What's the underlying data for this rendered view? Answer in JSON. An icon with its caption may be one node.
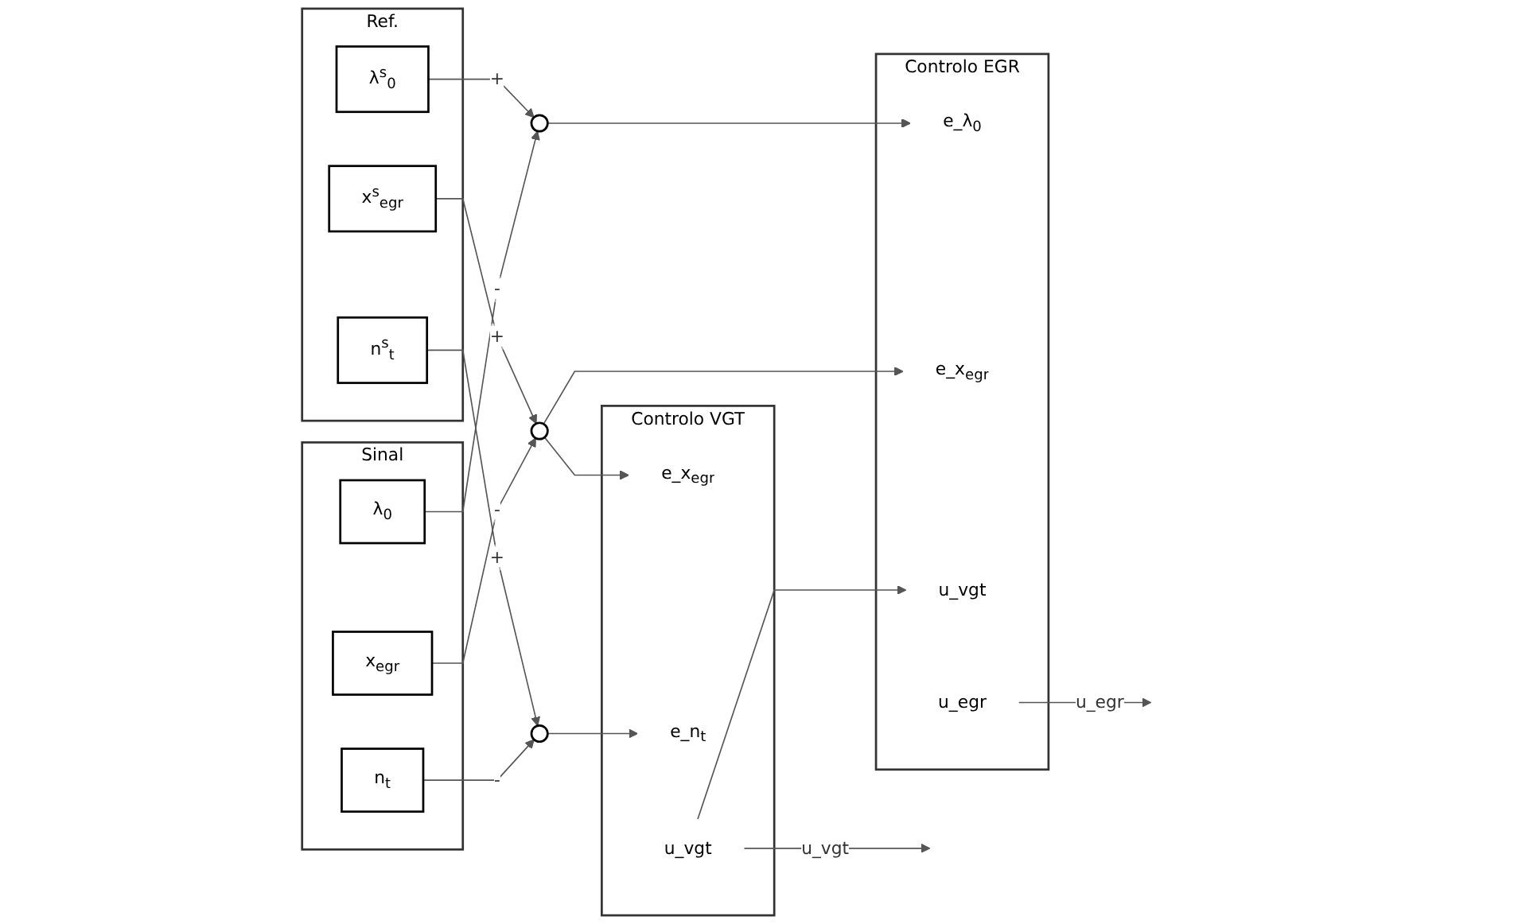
{
  "diagram": {
    "nodes": [
      {
        "text": [
          "Ref."
        ]
      },
      {
        "text": [
          "λ$^{s}$$_{0}$"
        ],
        "in": 0
      },
      {
        "text": [
          "x$^{s}$$_{egr}$"
        ],
        "in": 0
      },
      {
        "text": [
          "n$^{s}$$_{t}$"
        ],
        "in": 0
      },
      {
        "text": [
          "Sinal"
        ]
      },
      {
        "text": [
          "λ$_{0}$"
        ],
        "in": 4
      },
      {
        "text": [
          "x$_{egr}$"
        ],
        "in": 4
      },
      {
        "text": [
          "n$_{t}$"
        ],
        "in": 4
      },
      {
        "text": [],
        "shape": "circle"
      },
      {
        "text": [],
        "shape": "circle"
      },
      {
        "text": [],
        "shape": "circle"
      },
      {
        "text": [
          "Controlo EGR"
        ]
      },
      {
        "text": [
          "e_λ$_{0}$"
        ],
        "in": 11
      },
      {
        "text": [
          "e_x$_{egr}$"
        ],
        "in": 11
      },
      {
        "text": [
          "u_vgt"
        ],
        "in": 11
      },
      {
        "text": [
          "u_egr"
        ],
        "in": 11
      },
      {
        "text": [
          "Controlo VGT"
        ]
      },
      {
        "text": [
          "e_x$_{egr}$"
        ],
        "in": 16
      },
      {
        "text": [
          "e_n$_{t}$"
        ],
        "in": 16
      },
      {
        "text": [
          "u_vgt"
        ],
        "in": 16
      }
    ],
    "edges": [
      {
        "from": 1,
        "to": 8,
        "arrow": "to",
        "label": "+"
      },
      {
        "from": 5,
        "to": 8,
        "arrow": "to",
        "label": "-"
      },
      {
        "from": 2,
        "to": 9,
        "arrow": "to",
        "label": "+"
      },
      {
        "from": 6,
        "to": 9,
        "arrow": "to",
        "label": "-"
      },
      {
        "from": 3,
        "to": 10,
        "arrow": "to",
        "label": "+"
      },
      {
        "from": 7,
        "to": 10,
        "arrow": "to",
        "label": "-"
      },
      {
        "from": 8,
        "to": 12,
        "arrow": "to"
      },
      {
        "from": 9,
        "to": 13,
        "arrow": "to"
      },
      {
        "from": 9,
        "to": 17,
        "arrow": "to"
      },
      {
        "from": 10,
        "to": 18,
        "arrow": "to"
      },
      {
        "from": 19,
        "to": 14,
        "arrow": "to"
      },
      {
        "from": 15,
        "to": null,
        "arrow": "to",
        "label": "u_egr"
      },
      {
        "from": 19,
        "to": null,
        "arrow": "to",
        "label": "u_vgt"
      }
    ]
  }
}
